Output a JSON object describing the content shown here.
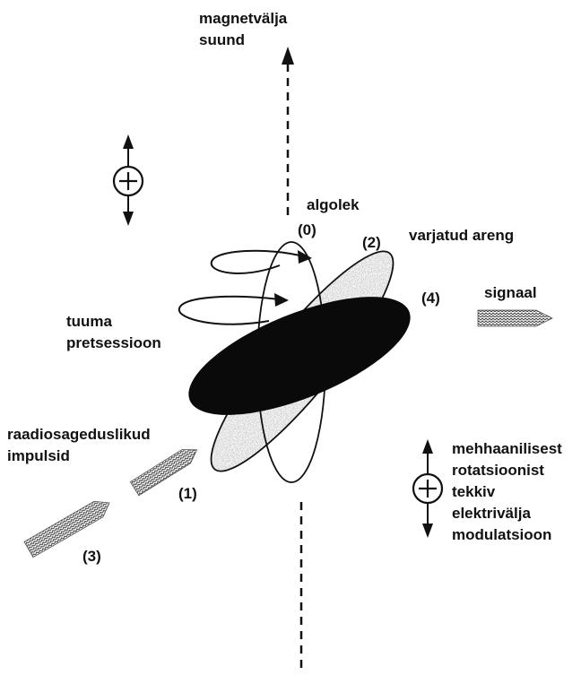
{
  "labels": {
    "field_direction_1": "magnetvälja",
    "field_direction_2": "suund",
    "initial_state": "algolek",
    "state_0": "(0)",
    "state_2": "(2)",
    "state_4": "(4)",
    "state_1": "(1)",
    "state_3": "(3)",
    "hidden_development": "varjatud areng",
    "signal": "signaal",
    "precession_1": "tuuma",
    "precession_2": "pretsessioon",
    "rf_1": "raadiosageduslikud",
    "rf_2": "impulsid",
    "modulation_1": "mehhaanilisest",
    "modulation_2": "rotatsioonist",
    "modulation_3": "tekkiv",
    "modulation_4": "elektrivälja",
    "modulation_5": "modulatsioon"
  },
  "icons": {
    "charge_top": "plus-in-circle-with-vertical-arrows",
    "charge_right": "plus-in-circle-with-vertical-arrows"
  },
  "colors": {
    "ink": "#111111",
    "hatch": "#555555",
    "speckle": "#8a8a8a"
  }
}
